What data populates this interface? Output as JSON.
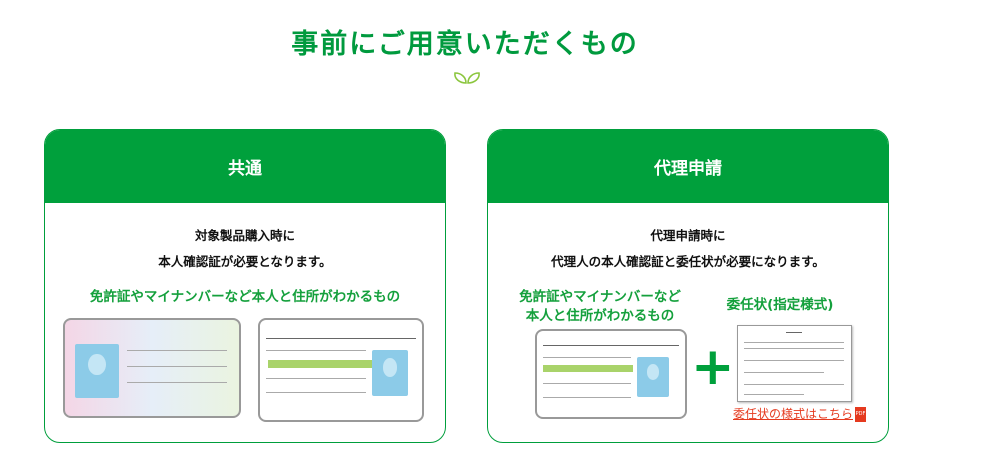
{
  "title": "事前にご用意いただくもの",
  "common": {
    "header": "共通",
    "desc1": "対象製品購入時に",
    "desc2": "本人確認証が必要となります。",
    "sub": "免許証やマイナンバーなど本人と住所がわかるもの"
  },
  "proxy": {
    "header": "代理申請",
    "desc1": "代理申請時に",
    "desc2": "代理人の本人確認証と委任状が必要になります。",
    "sub1": "免許証やマイナンバーなど",
    "sub2": "本人と住所がわかるもの",
    "form_title": "委任状(指定様式)",
    "plus": "+",
    "link": "委任状の様式はこちら",
    "pdf": "PDF"
  },
  "colors": {
    "brand": "#00a03c",
    "link": "#e53a1f"
  }
}
